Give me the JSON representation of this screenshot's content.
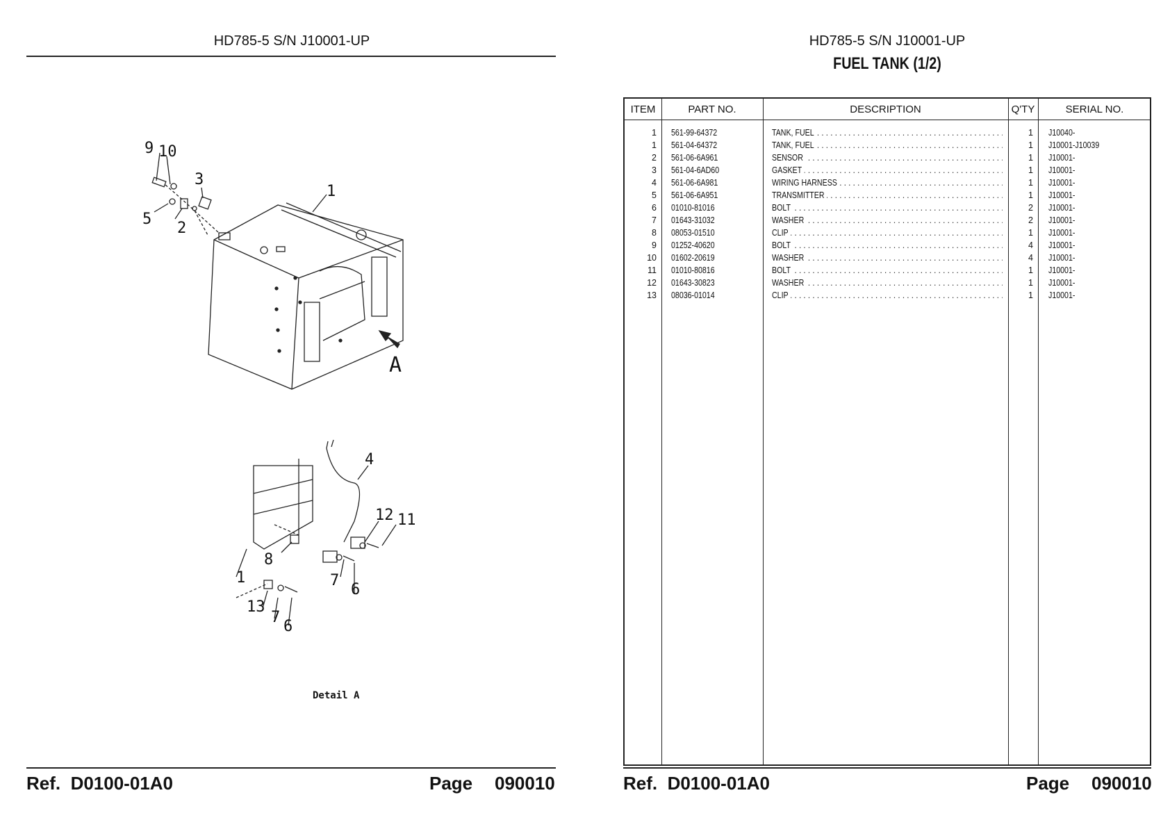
{
  "left_page": {
    "header": "HD785-5 S/N J10001-UP",
    "footer_ref": "Ref.  D0100-01A0",
    "footer_page_label": "Page",
    "footer_page_no": "090010",
    "drawing": {
      "detail_label": "Detail A",
      "view_arrow_label": "A",
      "callouts": [
        "9",
        "10",
        "3",
        "1",
        "5",
        "2",
        "4",
        "12",
        "11",
        "8",
        "7",
        "6",
        "1",
        "13",
        "7",
        "6"
      ]
    }
  },
  "right_page": {
    "header": "HD785-5 S/N J10001-UP",
    "title": "FUEL TANK (1/2)",
    "footer_ref": "Ref.  D0100-01A0",
    "footer_page_label": "Page",
    "footer_page_no": "090010",
    "columns": [
      "ITEM",
      "PART NO.",
      "DESCRIPTION",
      "Q'TY",
      "SERIAL NO."
    ],
    "rows": [
      {
        "item": "1",
        "part": "561-99-64372",
        "desc": "TANK, FUEL",
        "qty": "1",
        "serial": "J10040-"
      },
      {
        "item": "1",
        "part": "561-04-64372",
        "desc": "TANK, FUEL",
        "qty": "1",
        "serial": "J10001-J10039"
      },
      {
        "item": "2",
        "part": "561-06-6A961",
        "desc": "SENSOR",
        "qty": "1",
        "serial": "J10001-"
      },
      {
        "item": "3",
        "part": "561-04-6AD60",
        "desc": "GASKET",
        "qty": "1",
        "serial": "J10001-"
      },
      {
        "item": "4",
        "part": "561-06-6A981",
        "desc": "WIRING HARNESS",
        "qty": "1",
        "serial": "J10001-"
      },
      {
        "item": "5",
        "part": "561-06-6A951",
        "desc": "TRANSMITTER",
        "qty": "1",
        "serial": "J10001-"
      },
      {
        "item": "6",
        "part": "01010-81016",
        "desc": "BOLT",
        "qty": "2",
        "serial": "J10001-"
      },
      {
        "item": "7",
        "part": "01643-31032",
        "desc": "WASHER",
        "qty": "2",
        "serial": "J10001-"
      },
      {
        "item": "8",
        "part": "08053-01510",
        "desc": "CLIP",
        "qty": "1",
        "serial": "J10001-"
      },
      {
        "item": "9",
        "part": "01252-40620",
        "desc": "BOLT",
        "qty": "4",
        "serial": "J10001-"
      },
      {
        "item": "10",
        "part": "01602-20619",
        "desc": "WASHER",
        "qty": "4",
        "serial": "J10001-"
      },
      {
        "item": "11",
        "part": "01010-80816",
        "desc": "BOLT",
        "qty": "1",
        "serial": "J10001-"
      },
      {
        "item": "12",
        "part": "01643-30823",
        "desc": "WASHER",
        "qty": "1",
        "serial": "J10001-"
      },
      {
        "item": "13",
        "part": "08036-01014",
        "desc": "CLIP",
        "qty": "1",
        "serial": "J10001-"
      }
    ]
  }
}
